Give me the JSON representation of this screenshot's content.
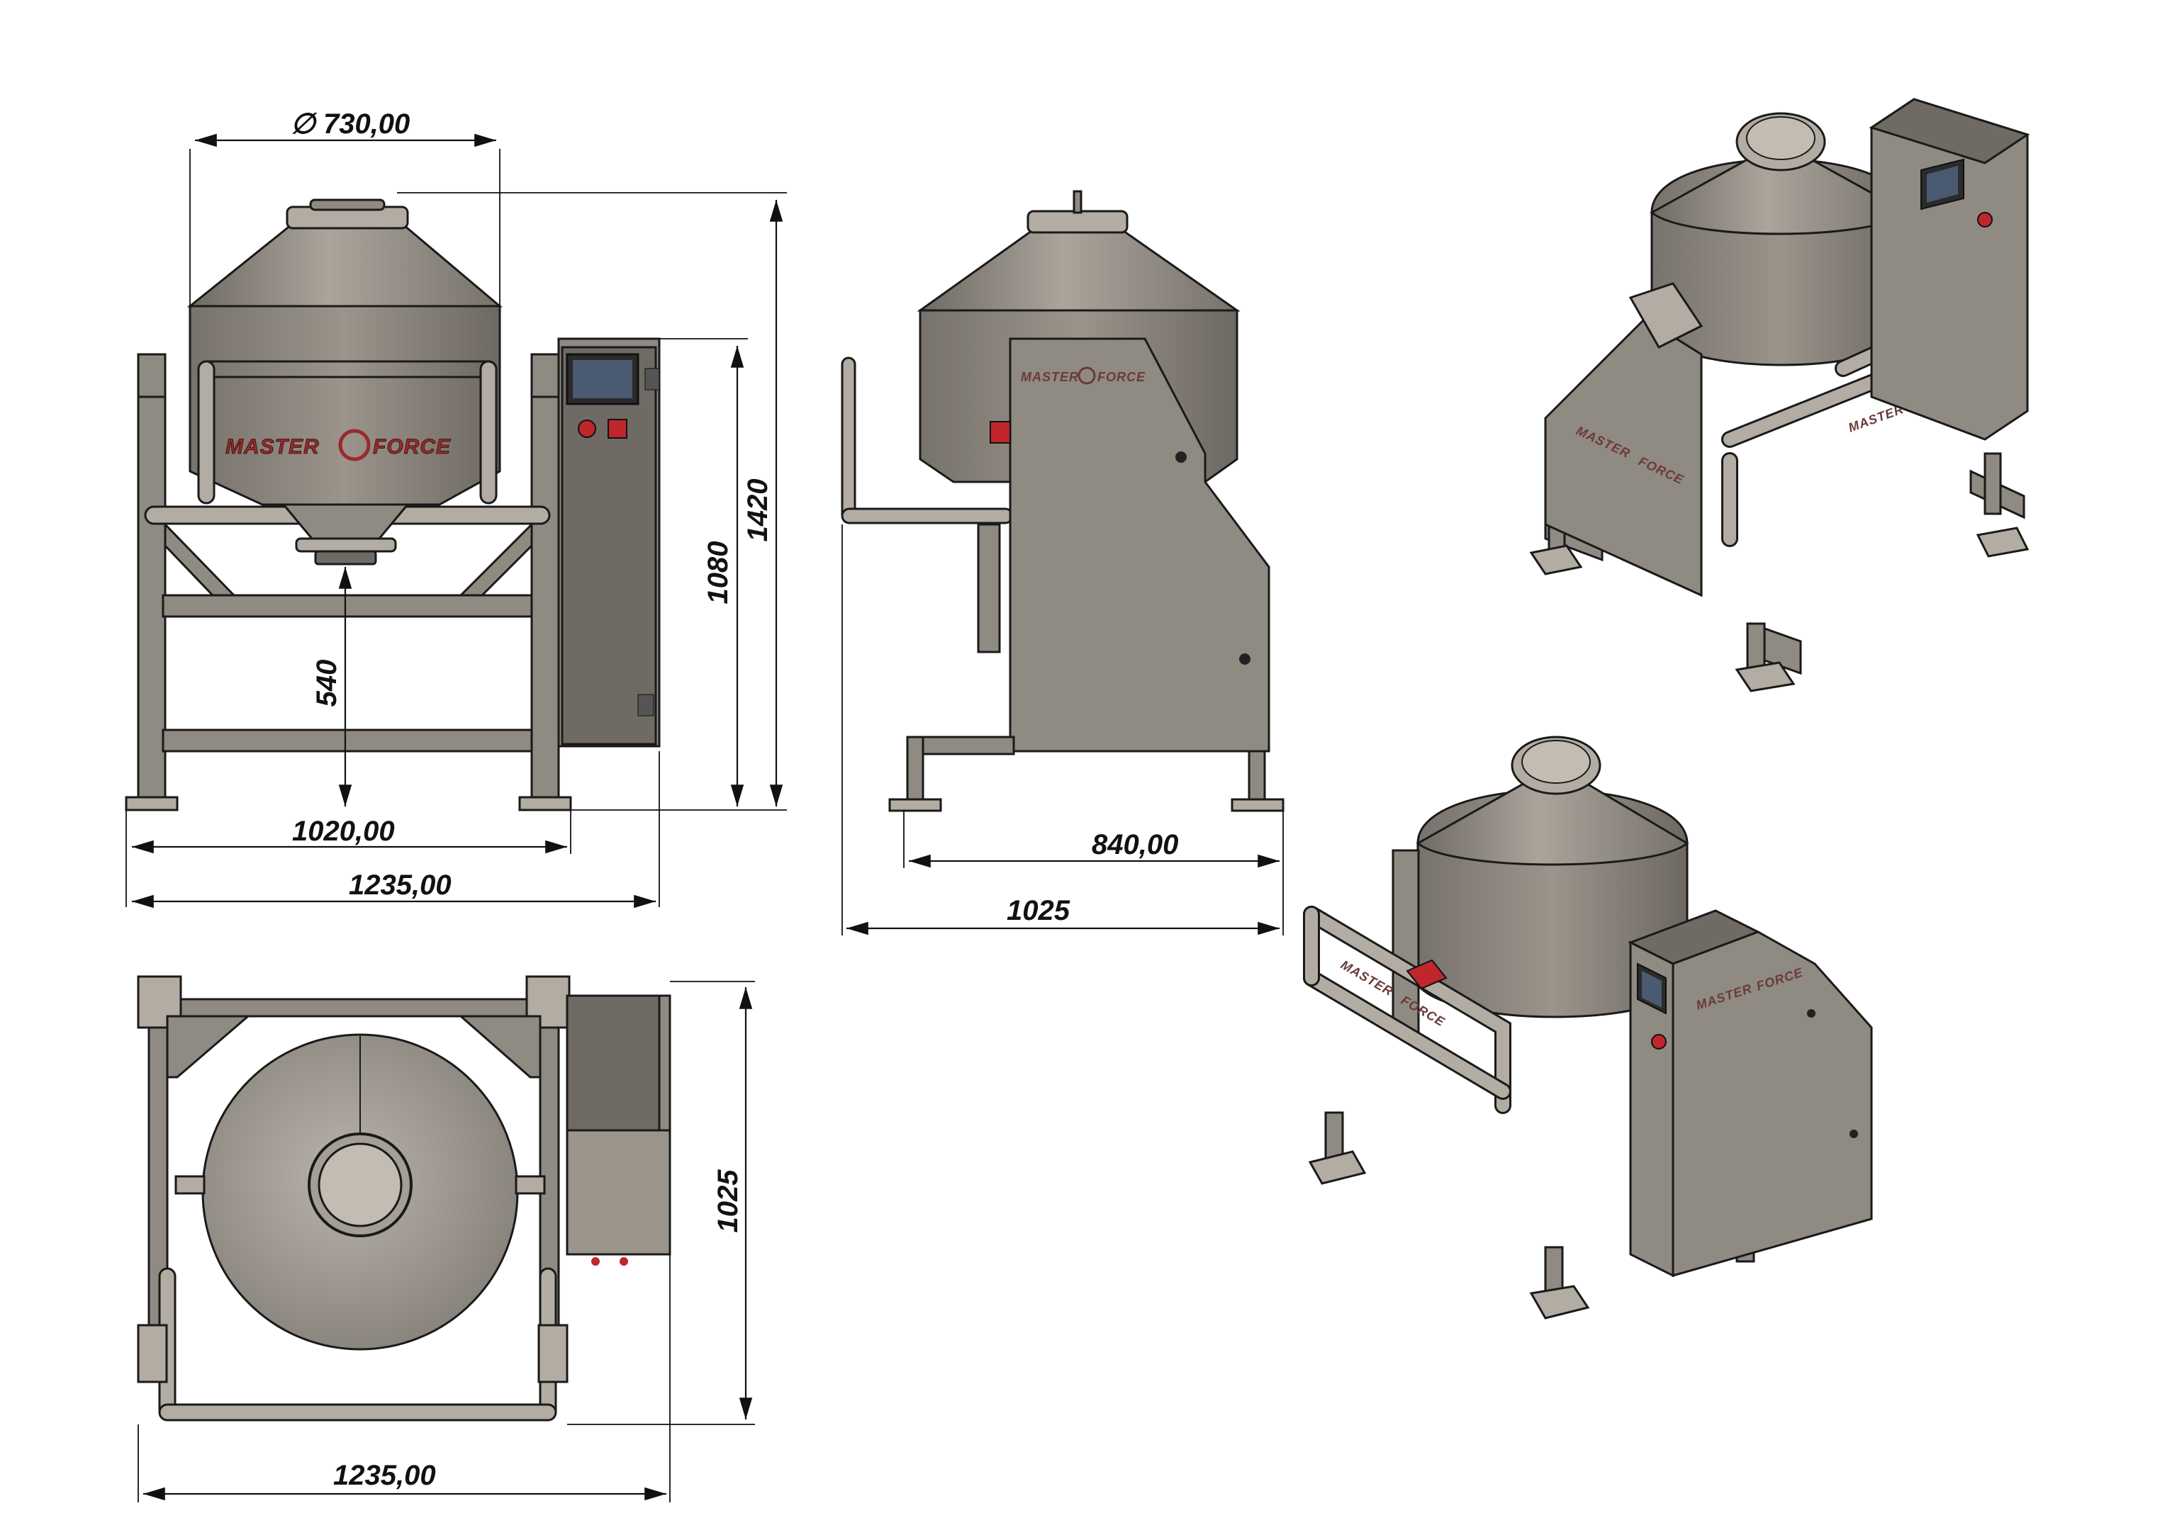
{
  "brand": {
    "logo_text_left": "MASTER",
    "logo_text_right": "FORCE"
  },
  "dimensions": {
    "front_diameter": "∅ 730,00",
    "front_height_total": "1420",
    "front_height_panel": "1080",
    "front_height_outlet": "540",
    "front_width_frame": "1020,00",
    "front_width_total": "1235,00",
    "side_depth_frame": "840,00",
    "side_depth_total": "1025",
    "top_depth": "1025",
    "top_width_total": "1235,00"
  },
  "colors": {
    "metal": "#8f8a82",
    "metal_light": "#b2aca3",
    "accent_red": "#c0262b",
    "screen": "#4a5a70"
  }
}
